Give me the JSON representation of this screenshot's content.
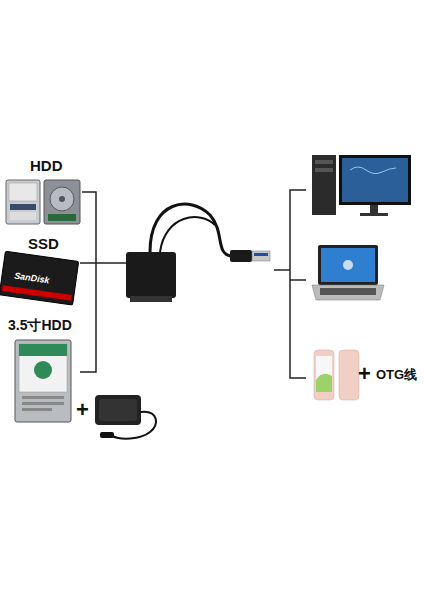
{
  "diagram": {
    "labels": [
      "HDD",
      "SSD",
      "SanDisk",
      "3.5寸HDD",
      "+",
      "+",
      "OTG线"
    ]
  }
}
